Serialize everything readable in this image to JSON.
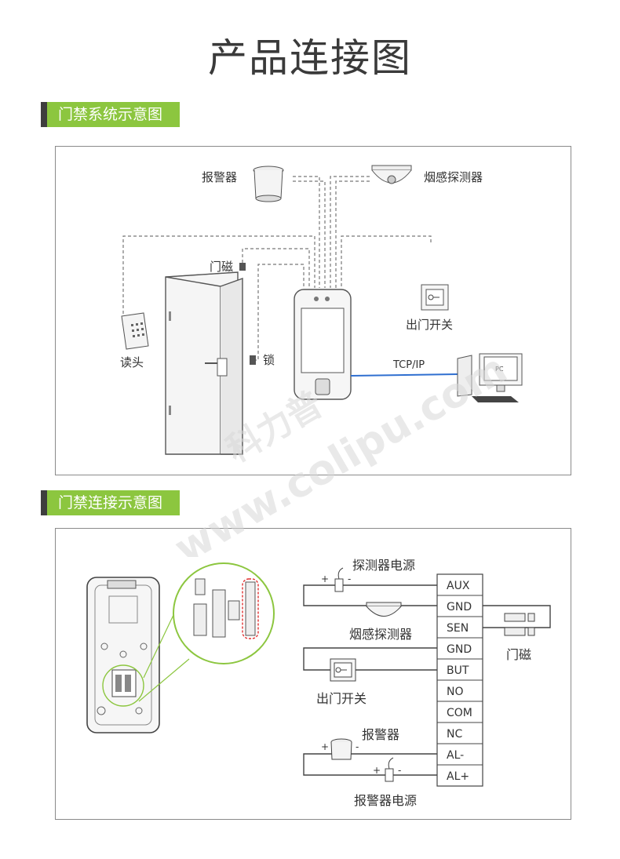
{
  "page_title": "产品连接图",
  "section1": {
    "tag": "门禁系统示意图",
    "labels": {
      "alarm": "报警器",
      "smoke": "烟感探测器",
      "door_sensor": "门磁",
      "exit_button": "出门开关",
      "reader": "读头",
      "lock": "锁",
      "network": "TCP/IP",
      "pc": "PC"
    }
  },
  "section2": {
    "tag": "门禁连接示意图",
    "labels": {
      "detector_power": "探测器电源",
      "smoke": "烟感探测器",
      "exit_button": "出门开关",
      "alarm": "报警器",
      "alarm_power": "报警器电源",
      "door_sensor": "门磁",
      "plus": "+",
      "minus": "-"
    },
    "terminals": [
      "AUX",
      "GND",
      "SEN",
      "GND",
      "BUT",
      "NO",
      "COM",
      "NC",
      "AL-",
      "AL+"
    ]
  },
  "watermark": {
    "cn": "科力普",
    "en": "www.colipu.com"
  },
  "colors": {
    "accent_green": "#8cc63f",
    "tag_bar": "#3e3e3e",
    "network_line": "#2f6fd0",
    "highlight_red": "#e03030"
  }
}
